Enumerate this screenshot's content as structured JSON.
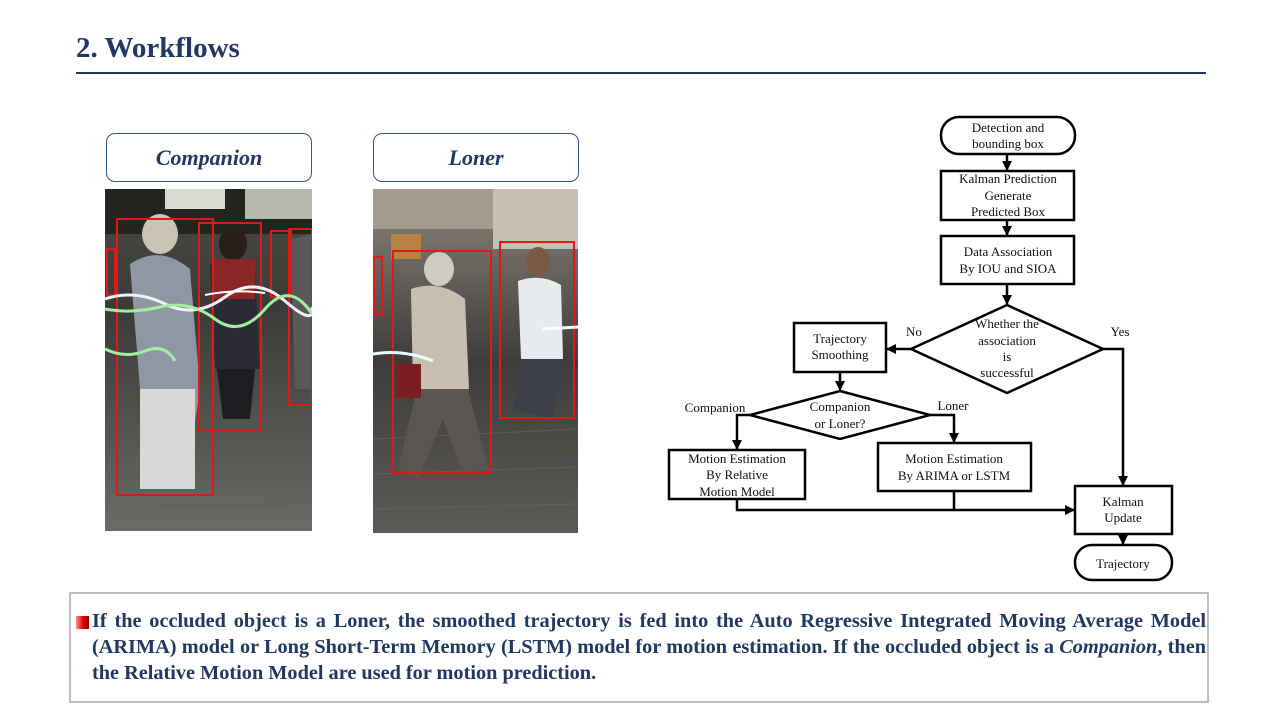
{
  "slide": {
    "title": "2. Workflows"
  },
  "panels": [
    {
      "label": "Companion"
    },
    {
      "label": "Loner"
    }
  ],
  "flowchart": {
    "start": [
      "Detection and",
      "bounding box"
    ],
    "predict": [
      "Kalman Prediction",
      "Generate",
      "Predicted Box"
    ],
    "associate": [
      "Data Association",
      "By IOU and SIOA"
    ],
    "decision": [
      "Whether the",
      "association",
      "is",
      "successful"
    ],
    "no_label": "No",
    "yes_label": "Yes",
    "smoothing": [
      "Trajectory",
      "Smoothing"
    ],
    "type_decision": [
      "Companion",
      "or Loner?"
    ],
    "companion_label": "Companion",
    "loner_label": "Loner",
    "relative": [
      "Motion Estimation",
      "By Relative",
      "Motion Model"
    ],
    "arima": [
      "Motion Estimation",
      "By ARIMA or LSTM"
    ],
    "update": [
      "Kalman",
      "Update"
    ],
    "end": "Trajectory"
  },
  "caption": {
    "part1": "If the occluded object is a Loner, the smoothed trajectory is fed into the Auto Regressive Integrated Moving Average Model (ARIMA) model or Long Short-Term Memory (LSTM) model for motion estimation. If the occluded object is a ",
    "italic": "Companion",
    "part2": ", then the Relative Motion Model are used for motion prediction."
  }
}
